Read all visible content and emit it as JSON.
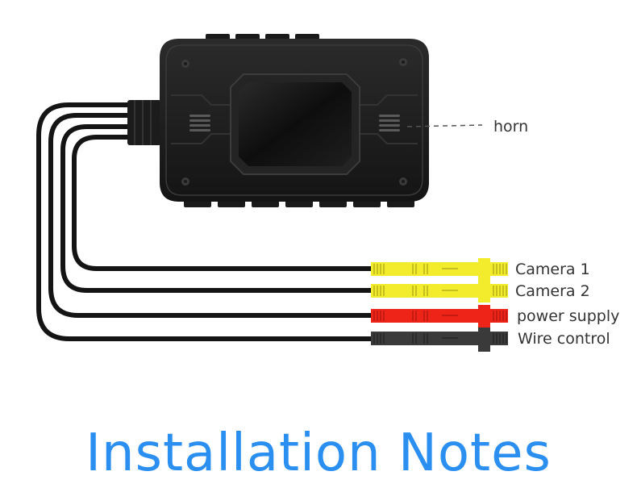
{
  "labels": {
    "horn": "horn",
    "camera1": "Camera 1",
    "camera2": "Camera 2",
    "power_supply": "power supply",
    "wire_control": "Wire control"
  },
  "title": "Installation Notes",
  "colors": {
    "title": "#2a8ff0",
    "camera_connector": "#f2ec2c",
    "power_connector": "#ee2418",
    "wire_connector": "#3a3a3a",
    "device_body": "#1b1b1b",
    "cable": "#141414"
  },
  "icons": [
    "device-unit",
    "speaker-grille-icon",
    "screw-icon"
  ]
}
